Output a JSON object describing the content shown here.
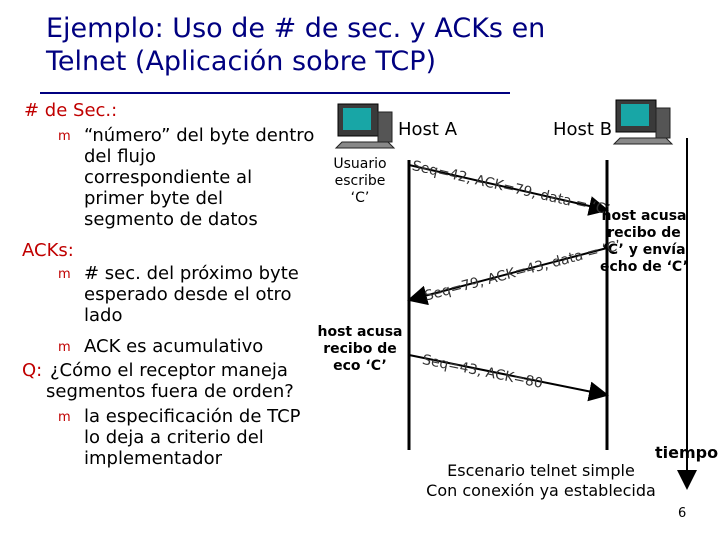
{
  "title": {
    "line1": "Ejemplo: Uso de # de sec. y ACKs en",
    "line2": "Telnet (Aplicación sobre TCP)"
  },
  "left": {
    "seq_heading": "# de Sec.:",
    "seq_bullet_lines": [
      "“número” del byte dentro",
      "del flujo",
      "correspondiente al",
      "primer byte del",
      "segmento de datos"
    ],
    "acks_heading": "ACKs:",
    "ack_bullet1_lines": [
      "# sec. del próximo byte",
      "esperado desde el otro",
      "lado"
    ],
    "ack_bullet2": "ACK es acumulativo",
    "q_label": "Q:",
    "q_lines": [
      "¿Cómo el receptor maneja",
      "segmentos fuera de orden?"
    ],
    "q_bullet_lines": [
      "la especificación de TCP",
      "lo deja a criterio del",
      "implementador"
    ]
  },
  "diagram": {
    "host_a": "Host A",
    "host_b": "Host B",
    "user_types": [
      "Usuario",
      "escribe",
      "‘C’"
    ],
    "host_b_ack": [
      "host acusa",
      "recibo de",
      "‘C’ y envía",
      "echo de ‘C’"
    ],
    "host_a_ack": [
      "host acusa",
      "recibo de",
      "eco ‘C’"
    ],
    "segments": [
      "Seq=42, ACK=79, data = ‘C’",
      "Seq=79, ACK=43, data = ‘C’",
      "Seq=43, ACK=80"
    ],
    "time_label": "tiempo",
    "caption": [
      "Escenario telnet simple",
      "Con conexión ya establecida"
    ]
  },
  "colors": {
    "title": "#000080",
    "bullet": "#c00000",
    "heading": "#c00000",
    "line": "#000000"
  },
  "icons": [
    "computer-icon",
    "computer-icon",
    "bullet-icon"
  ],
  "page_number": "6"
}
